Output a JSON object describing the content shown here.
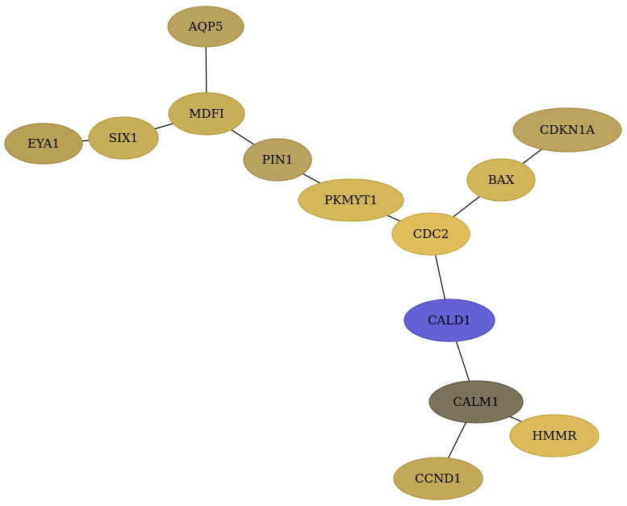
{
  "diagram": {
    "nodes": [
      {
        "id": "AQP5",
        "label": "AQP5",
        "fill": "#b8a25c",
        "stroke": "#a89040"
      },
      {
        "id": "MDFI",
        "label": "MDFI",
        "fill": "#c9ae5a",
        "stroke": "#b39a3c"
      },
      {
        "id": "SIX1",
        "label": "SIX1",
        "fill": "#c9ae5a",
        "stroke": "#b39a3c"
      },
      {
        "id": "EYA1",
        "label": "EYA1",
        "fill": "#b8a055",
        "stroke": "#a28a3a"
      },
      {
        "id": "PIN1",
        "label": "PIN1",
        "fill": "#b7a25f",
        "stroke": "#9f8b44"
      },
      {
        "id": "PKMYT1",
        "label": "PKMYT1",
        "fill": "#d5b75a",
        "stroke": "#bfa03e"
      },
      {
        "id": "CDKN1A",
        "label": "CDKN1A",
        "fill": "#bca45f",
        "stroke": "#a68d42"
      },
      {
        "id": "BAX",
        "label": "BAX",
        "fill": "#d2b45a",
        "stroke": "#bb9d3e"
      },
      {
        "id": "CDC2",
        "label": "CDC2",
        "fill": "#dfbd5a",
        "stroke": "#c9a53c"
      },
      {
        "id": "CALD1",
        "label": "CALD1",
        "fill": "#6460d6",
        "stroke": "#4a46b8"
      },
      {
        "id": "CALM1",
        "label": "CALM1",
        "fill": "#7d735d",
        "stroke": "#5d553f"
      },
      {
        "id": "HMMR",
        "label": "HMMR",
        "fill": "#dcb95a",
        "stroke": "#c5a13c"
      },
      {
        "id": "CCND1",
        "label": "CCND1",
        "fill": "#c4a85a",
        "stroke": "#ad913c"
      }
    ],
    "edges": [
      {
        "source": "AQP5",
        "target": "MDFI"
      },
      {
        "source": "MDFI",
        "target": "SIX1"
      },
      {
        "source": "SIX1",
        "target": "EYA1"
      },
      {
        "source": "MDFI",
        "target": "PIN1"
      },
      {
        "source": "PIN1",
        "target": "PKMYT1"
      },
      {
        "source": "PKMYT1",
        "target": "CDC2"
      },
      {
        "source": "CDKN1A",
        "target": "BAX"
      },
      {
        "source": "BAX",
        "target": "CDC2"
      },
      {
        "source": "CDC2",
        "target": "CALD1"
      },
      {
        "source": "CALD1",
        "target": "CALM1"
      },
      {
        "source": "CALM1",
        "target": "HMMR"
      },
      {
        "source": "CALM1",
        "target": "CCND1"
      }
    ]
  }
}
